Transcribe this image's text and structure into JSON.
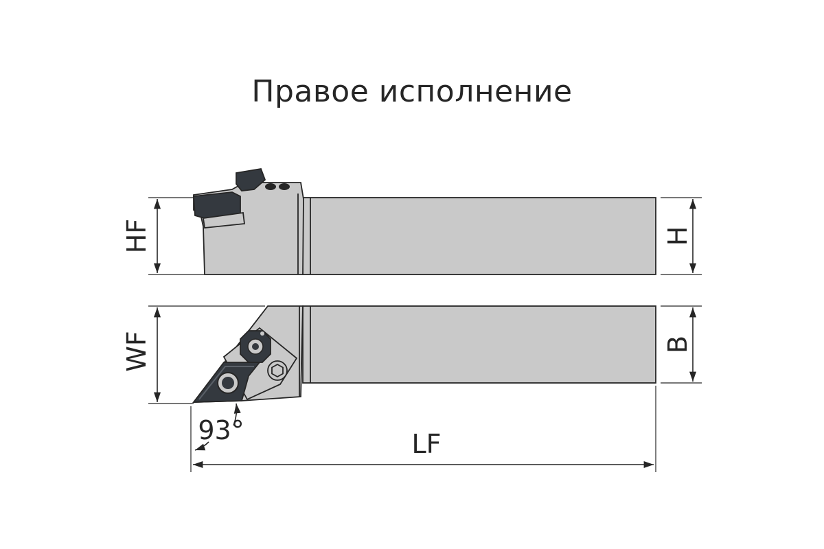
{
  "title": "Правое исполнение",
  "labels": {
    "hf": "HF",
    "h": "H",
    "wf": "WF",
    "b": "B",
    "lf": "LF",
    "angle": "93°"
  },
  "colors": {
    "body": "#c9c9c9",
    "body_shade": "#bdbdbd",
    "insert": "#34393f",
    "outline": "#262626",
    "background": "#ffffff"
  }
}
